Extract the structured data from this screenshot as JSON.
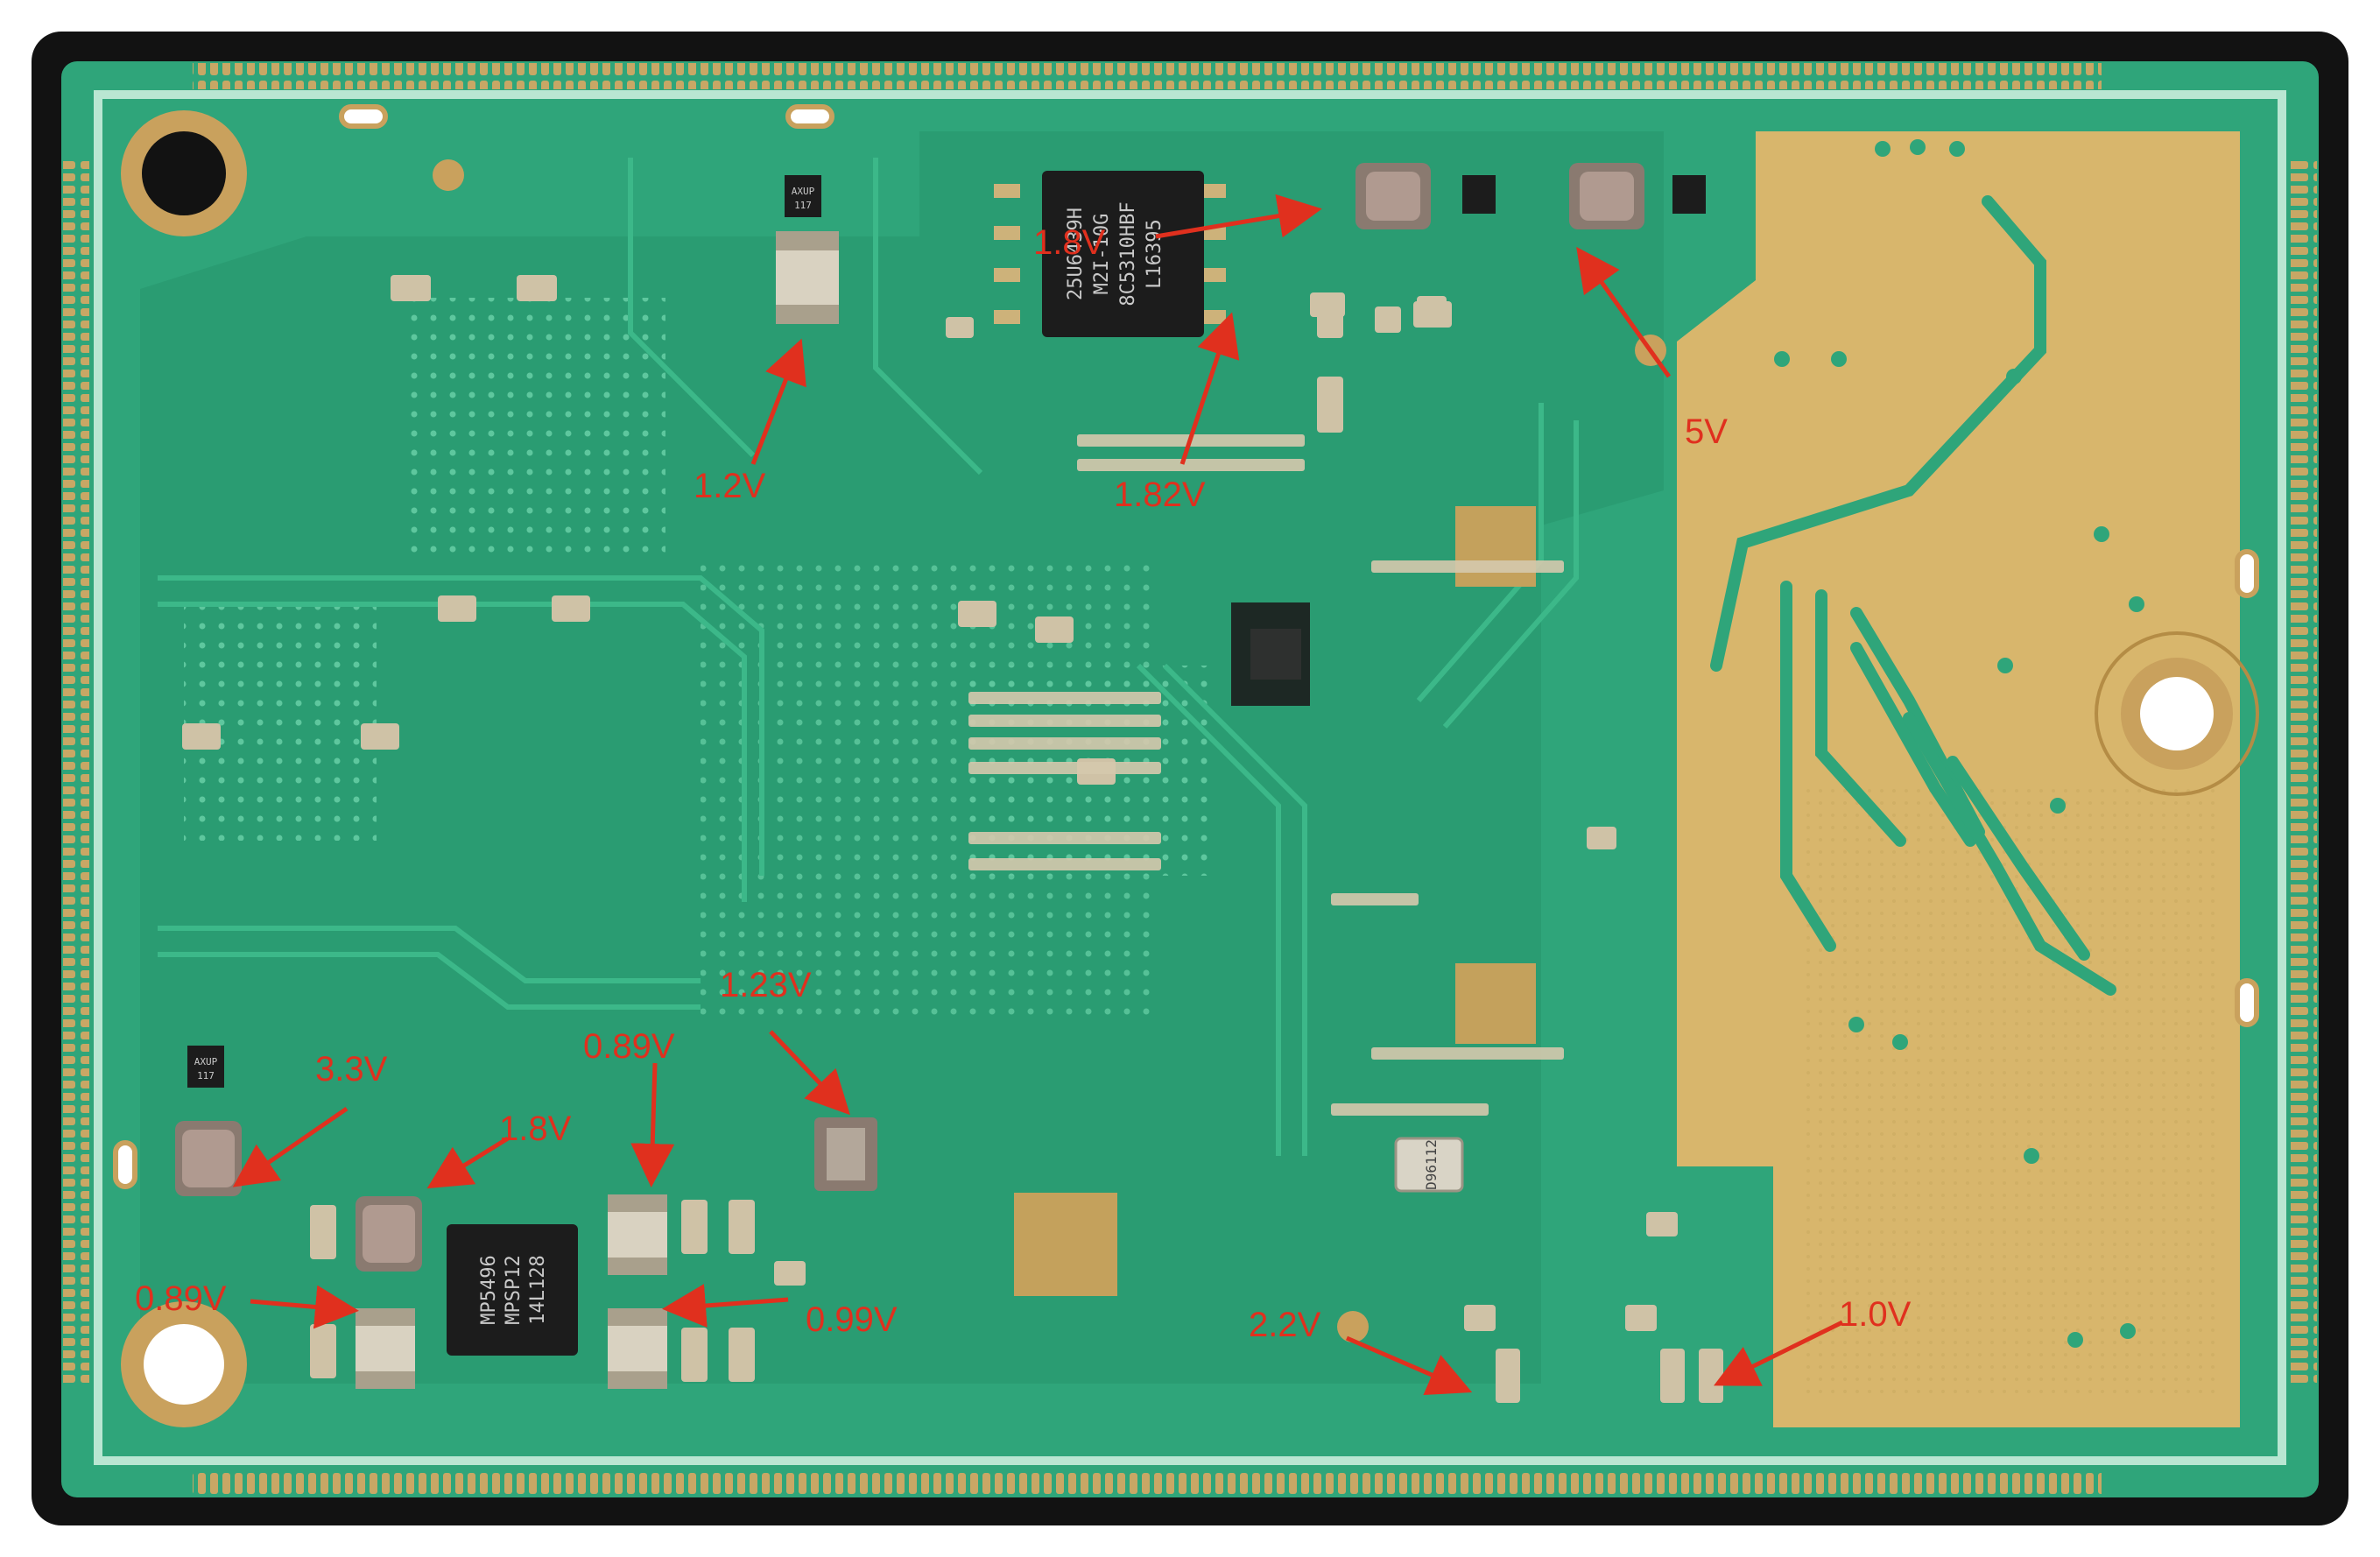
{
  "image": {
    "subject": "PCB board underside with annotated voltage test points",
    "colors": {
      "frame": "#121212",
      "board": "#2fa57a",
      "board_dark": "#1f8a64",
      "trace": "#3cb889",
      "gold": "#d8b66c",
      "copper_pad": "#c4a15c",
      "annotation": "#e0301e",
      "chip": "#1c1c1c"
    }
  },
  "chips": {
    "flash_lines": [
      "25U6439H",
      "M2I-10G",
      "8C5310HBF",
      "L16395"
    ],
    "pmic_lines": [
      "MP5496",
      "MPSP12",
      "14L128"
    ],
    "small_ic_1": [
      "AXUP",
      "117"
    ],
    "small_ic_2": [
      "AXUP",
      "117"
    ],
    "crystal": "D96112"
  },
  "annotations": [
    {
      "id": "v-1-8-top",
      "label": "1.8V"
    },
    {
      "id": "v-1-2",
      "label": "1.2V"
    },
    {
      "id": "v-1-82",
      "label": "1.82V"
    },
    {
      "id": "v-5",
      "label": "5V"
    },
    {
      "id": "v-1-23",
      "label": "1.23V"
    },
    {
      "id": "v-0-89-top",
      "label": "0.89V"
    },
    {
      "id": "v-3-3",
      "label": "3.3V"
    },
    {
      "id": "v-1-8-bottom",
      "label": "1.8V"
    },
    {
      "id": "v-0-89-left",
      "label": "0.89V"
    },
    {
      "id": "v-0-99",
      "label": "0.99V"
    },
    {
      "id": "v-2-2",
      "label": "2.2V"
    },
    {
      "id": "v-1-0",
      "label": "1.0V"
    }
  ]
}
